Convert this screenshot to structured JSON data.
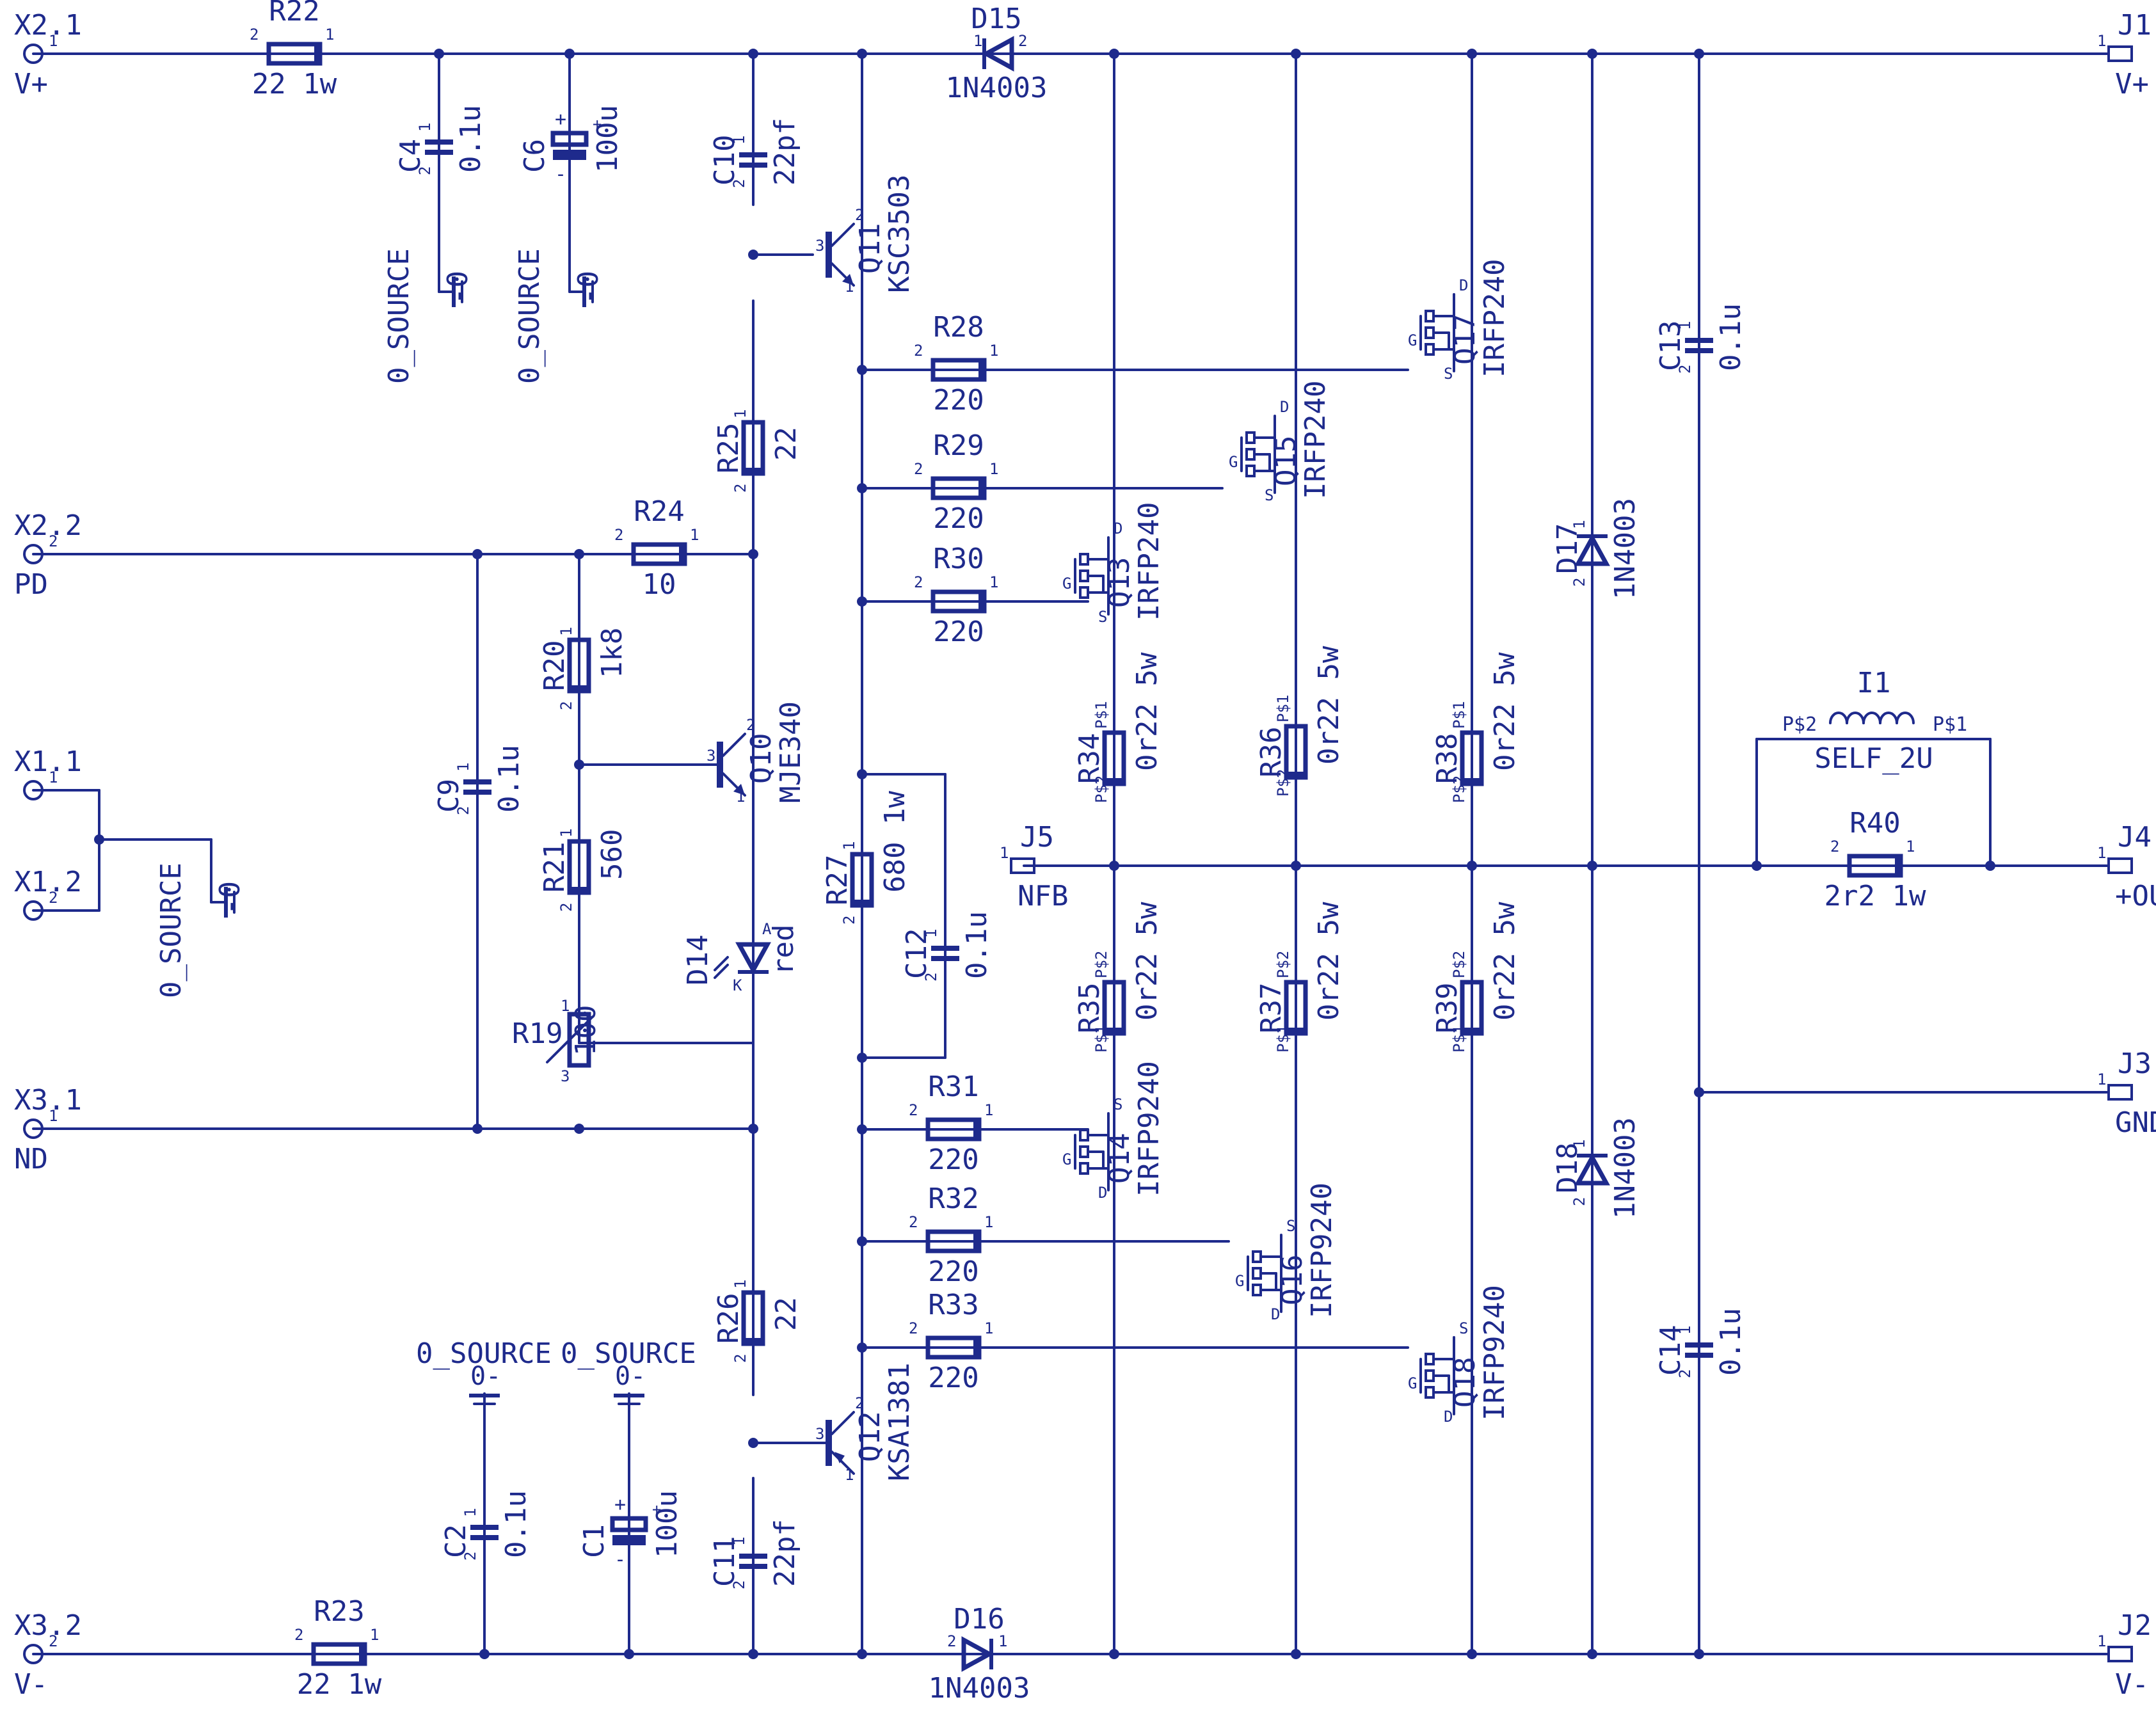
{
  "title": "",
  "colors": {
    "ink": "#1e2a8c",
    "background": "#ffffff"
  },
  "connectors": [
    {
      "id": "x21",
      "name": "X2.1",
      "net": "V+",
      "pin": "1"
    },
    {
      "id": "x22",
      "name": "X2.2",
      "net": "PD",
      "pin": "2"
    },
    {
      "id": "x11",
      "name": "X1.1",
      "net": "",
      "pin": "1"
    },
    {
      "id": "x12",
      "name": "X1.2",
      "net": "",
      "pin": "2"
    },
    {
      "id": "x31",
      "name": "X3.1",
      "net": "ND",
      "pin": "1"
    },
    {
      "id": "x32",
      "name": "X3.2",
      "net": "V-",
      "pin": "2"
    },
    {
      "id": "j1",
      "name": "J1",
      "net": "V+",
      "pin": "1"
    },
    {
      "id": "j2",
      "name": "J2",
      "net": "V-",
      "pin": "1"
    },
    {
      "id": "j3",
      "name": "J3",
      "net": "GND",
      "pin": "1"
    },
    {
      "id": "j4",
      "name": "J4",
      "net": "+OUT",
      "pin": "1"
    },
    {
      "id": "j5",
      "name": "J5",
      "net": "NFB",
      "pin": "1"
    }
  ],
  "resistors": [
    {
      "id": "r22",
      "name": "R22",
      "value": "22  1w"
    },
    {
      "id": "r23",
      "name": "R23",
      "value": "22  1w"
    },
    {
      "id": "r24",
      "name": "R24",
      "value": "10"
    },
    {
      "id": "r20",
      "name": "R20",
      "value": "1k8"
    },
    {
      "id": "r21",
      "name": "R21",
      "value": "560"
    },
    {
      "id": "r19",
      "name": "R19",
      "value": "100"
    },
    {
      "id": "r25",
      "name": "R25",
      "value": "22"
    },
    {
      "id": "r26",
      "name": "R26",
      "value": "22"
    },
    {
      "id": "r27",
      "name": "R27",
      "value": "680  1w"
    },
    {
      "id": "r28",
      "name": "R28",
      "value": "220"
    },
    {
      "id": "r29",
      "name": "R29",
      "value": "220"
    },
    {
      "id": "r30",
      "name": "R30",
      "value": "220"
    },
    {
      "id": "r31",
      "name": "R31",
      "value": "220"
    },
    {
      "id": "r32",
      "name": "R32",
      "value": "220"
    },
    {
      "id": "r33",
      "name": "R33",
      "value": "220"
    },
    {
      "id": "r34",
      "name": "R34",
      "value": "0r22  5w"
    },
    {
      "id": "r35",
      "name": "R35",
      "value": "0r22  5w"
    },
    {
      "id": "r36",
      "name": "R36",
      "value": "0r22  5w"
    },
    {
      "id": "r37",
      "name": "R37",
      "value": "0r22  5w"
    },
    {
      "id": "r38",
      "name": "R38",
      "value": "0r22  5w"
    },
    {
      "id": "r39",
      "name": "R39",
      "value": "0r22  5w"
    },
    {
      "id": "r40",
      "name": "R40",
      "value": "2r2  1w"
    }
  ],
  "capacitors": [
    {
      "id": "c4",
      "name": "C4",
      "value": "0.1u"
    },
    {
      "id": "c6",
      "name": "C6",
      "value": "100u"
    },
    {
      "id": "c10",
      "name": "C10",
      "value": "22pf"
    },
    {
      "id": "c9",
      "name": "C9",
      "value": "0.1u"
    },
    {
      "id": "c12",
      "name": "C12",
      "value": "0.1u"
    },
    {
      "id": "c13",
      "name": "C13",
      "value": "0.1u"
    },
    {
      "id": "c14",
      "name": "C14",
      "value": "0.1u"
    },
    {
      "id": "c2",
      "name": "C2",
      "value": "0.1u"
    },
    {
      "id": "c1",
      "name": "C1",
      "value": "100u"
    },
    {
      "id": "c11",
      "name": "C11",
      "value": "22pf"
    }
  ],
  "diodes": [
    {
      "id": "d15",
      "name": "D15",
      "value": "1N4003"
    },
    {
      "id": "d16",
      "name": "D16",
      "value": "1N4003"
    },
    {
      "id": "d17",
      "name": "D17",
      "value": "1N4003"
    },
    {
      "id": "d18",
      "name": "D18",
      "value": "1N4003"
    },
    {
      "id": "d14",
      "name": "D14",
      "value": "red"
    }
  ],
  "transistors": [
    {
      "id": "q11",
      "name": "Q11",
      "value": "KSC3503"
    },
    {
      "id": "q10",
      "name": "Q10",
      "value": "MJE340"
    },
    {
      "id": "q12",
      "name": "Q12",
      "value": "KSA1381"
    },
    {
      "id": "q13",
      "name": "Q13",
      "value": "IRFP240"
    },
    {
      "id": "q15",
      "name": "Q15",
      "value": "IRFP240"
    },
    {
      "id": "q17",
      "name": "Q17",
      "value": "IRFP240"
    },
    {
      "id": "q14",
      "name": "Q14",
      "value": "IRFP9240"
    },
    {
      "id": "q16",
      "name": "Q16",
      "value": "IRFP9240"
    },
    {
      "id": "q18",
      "name": "Q18",
      "value": "IRFP9240"
    }
  ],
  "inductor": {
    "name": "I1",
    "value": "SELF_2U",
    "pin_a": "P$2",
    "pin_b": "P$1"
  },
  "grounds": {
    "label": "0_SOURCE",
    "symbol": "0"
  },
  "pin_labels": {
    "p1": "1",
    "p2": "2",
    "p3": "3",
    "g": "G",
    "d": "D",
    "s": "S",
    "a": "A",
    "k": "K",
    "ps1": "P$1",
    "ps2": "P$2",
    "plus": "+",
    "minus": "-"
  }
}
